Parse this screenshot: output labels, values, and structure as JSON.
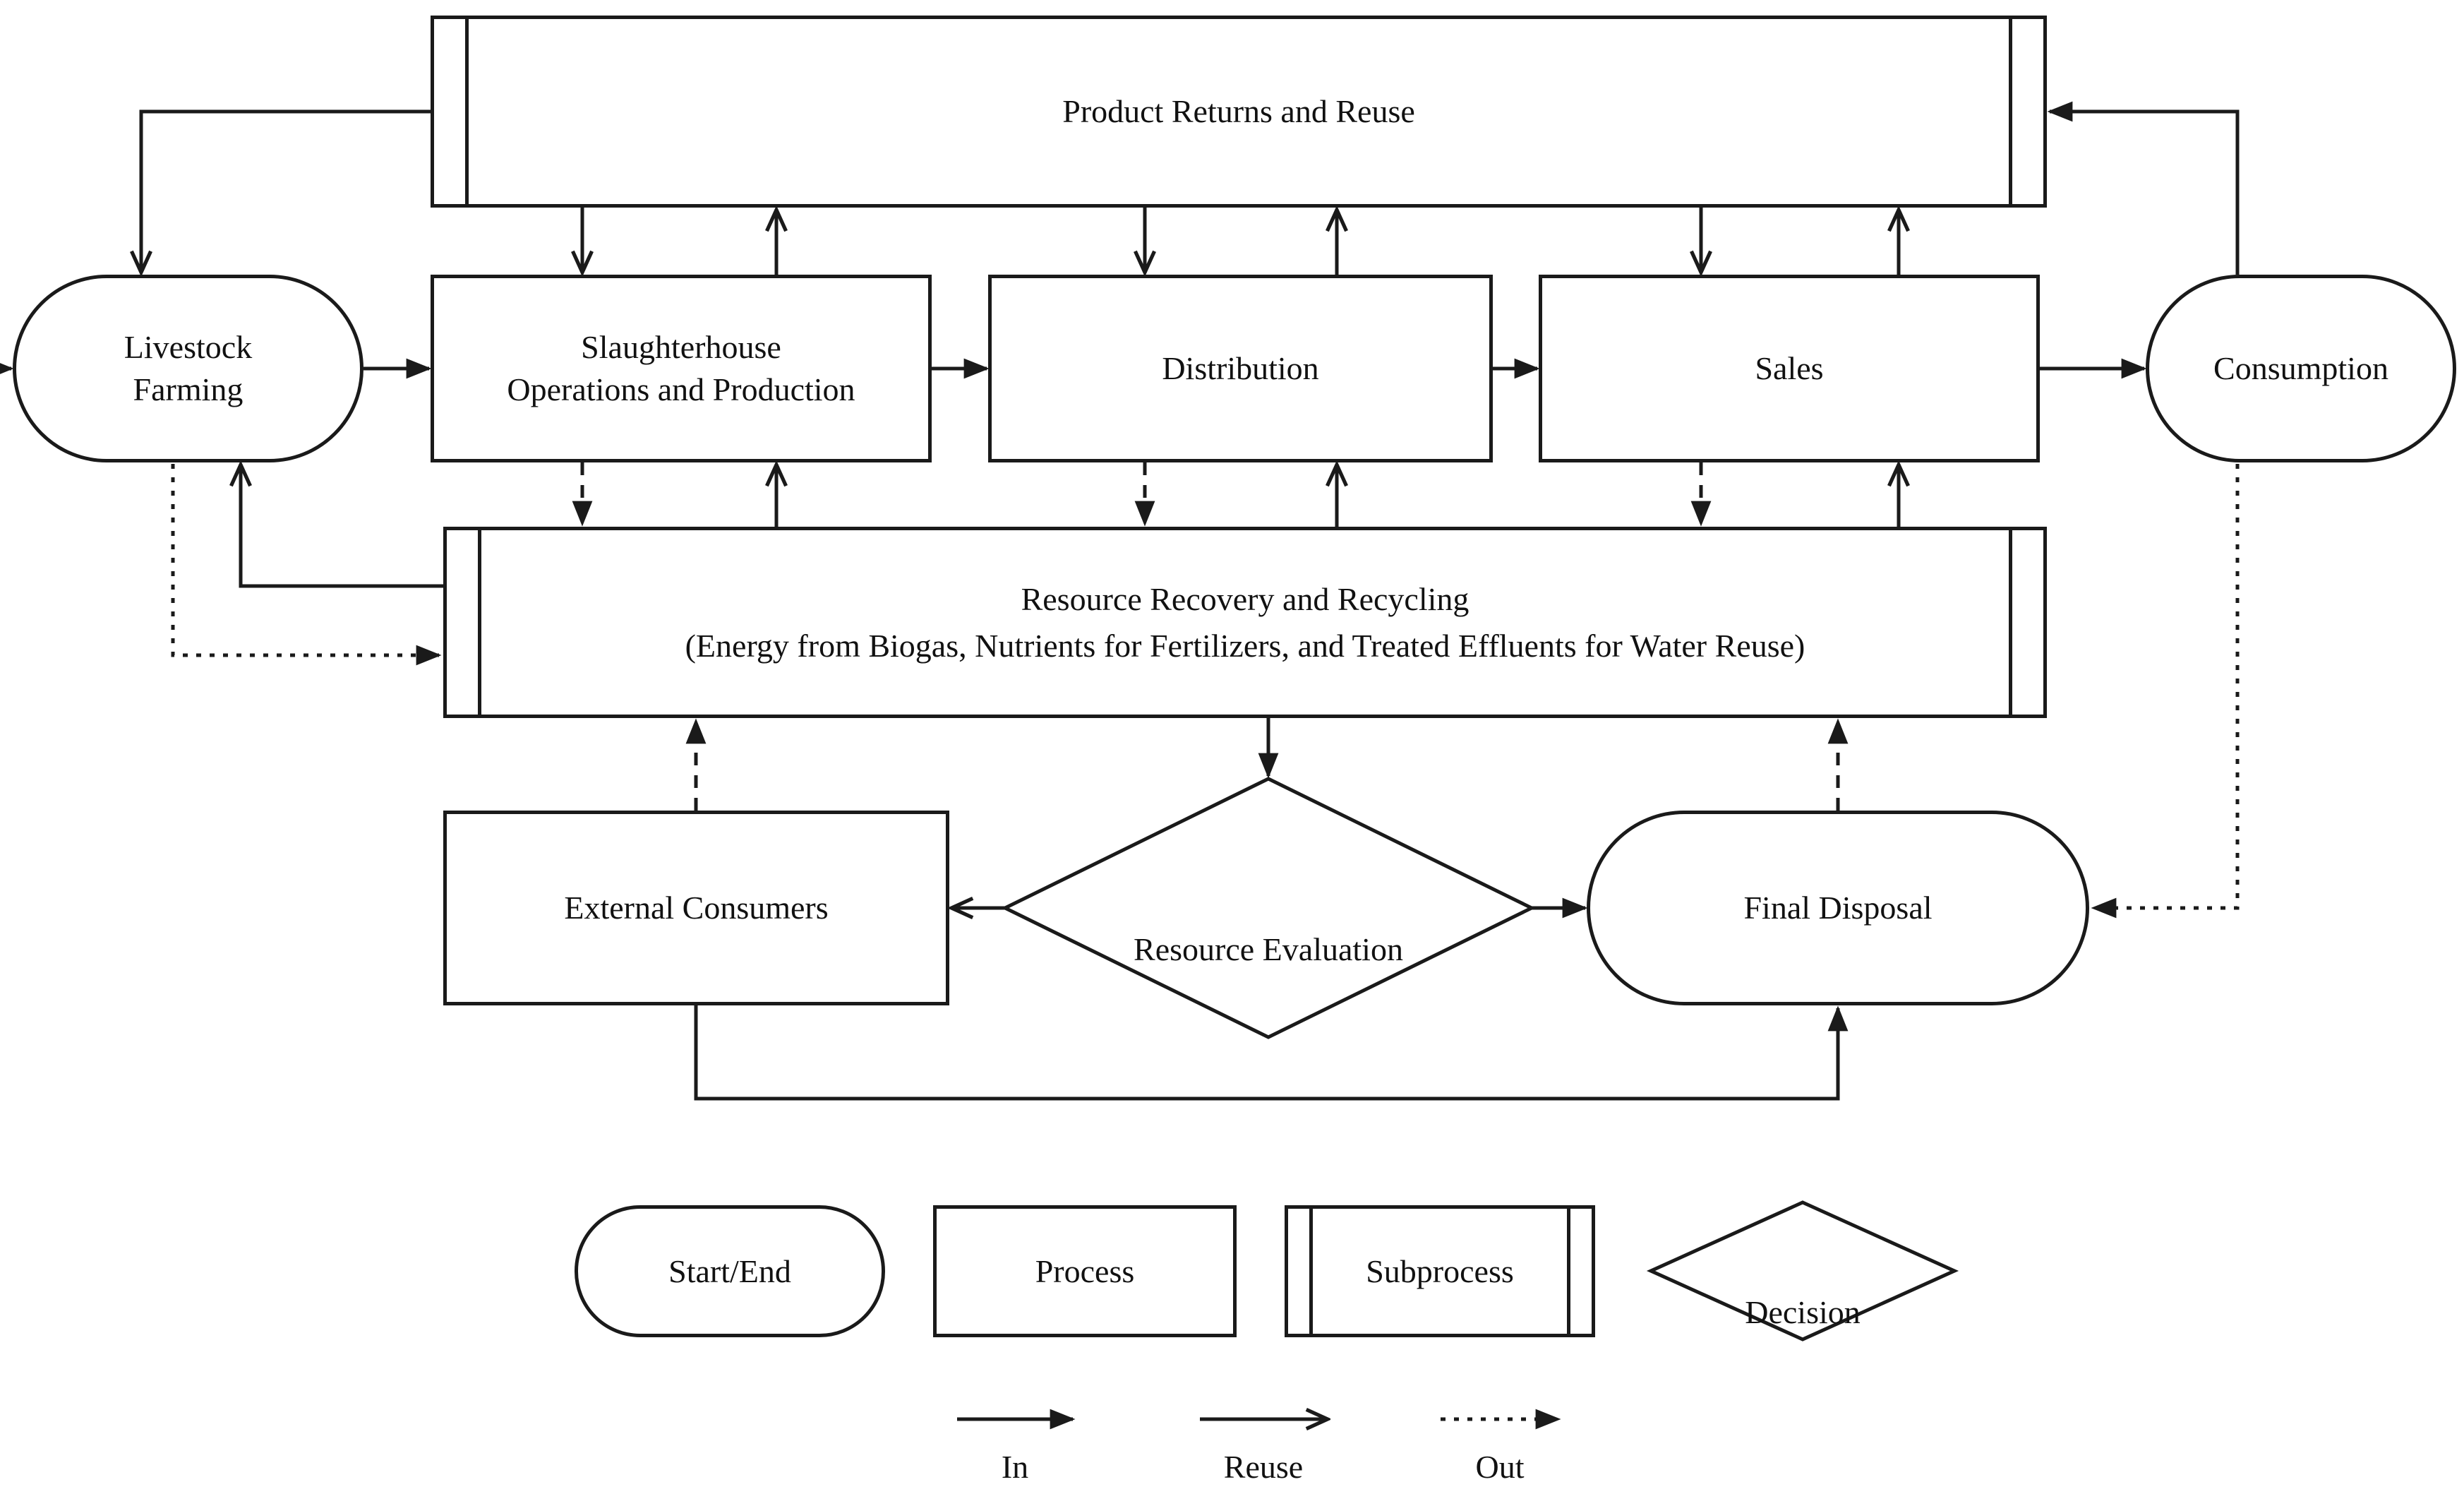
{
  "nodes": {
    "product_returns": {
      "label": "Product Returns and Reuse",
      "type": "Subprocess"
    },
    "livestock_farming": {
      "label": "Livestock\nFarming",
      "type": "Start/End"
    },
    "slaughterhouse": {
      "label": "Slaughterhouse\nOperations and Production",
      "type": "Process"
    },
    "distribution": {
      "label": "Distribution",
      "type": "Process"
    },
    "sales": {
      "label": "Sales",
      "type": "Process"
    },
    "consumption": {
      "label": "Consumption",
      "type": "Start/End"
    },
    "resource_recovery": {
      "label_line1": "Resource Recovery and Recycling",
      "label_line2": "(Energy from Biogas, Nutrients for Fertilizers, and Treated Effluents for Water Reuse)",
      "type": "Subprocess"
    },
    "external_consumers": {
      "label": "External Consumers",
      "type": "Process"
    },
    "resource_evaluation": {
      "label": "Resource Evaluation",
      "type": "Decision"
    },
    "final_disposal": {
      "label": "Final Disposal",
      "type": "Start/End"
    }
  },
  "edges": [
    {
      "from": "livestock_farming",
      "to": "slaughterhouse",
      "line": "solid",
      "head": "filled"
    },
    {
      "from": "slaughterhouse",
      "to": "distribution",
      "line": "solid",
      "head": "filled"
    },
    {
      "from": "distribution",
      "to": "sales",
      "line": "solid",
      "head": "filled"
    },
    {
      "from": "sales",
      "to": "consumption",
      "line": "solid",
      "head": "filled"
    },
    {
      "from": "consumption",
      "to": "product_returns",
      "line": "solid",
      "head": "filled"
    },
    {
      "from": "product_returns",
      "to": "livestock_farming",
      "line": "solid",
      "head": "open"
    },
    {
      "from": "product_returns",
      "to": "slaughterhouse",
      "line": "solid",
      "head": "open"
    },
    {
      "from": "slaughterhouse",
      "to": "product_returns",
      "line": "solid",
      "head": "open"
    },
    {
      "from": "product_returns",
      "to": "distribution",
      "line": "solid",
      "head": "open"
    },
    {
      "from": "distribution",
      "to": "product_returns",
      "line": "solid",
      "head": "open"
    },
    {
      "from": "product_returns",
      "to": "sales",
      "line": "solid",
      "head": "open"
    },
    {
      "from": "sales",
      "to": "product_returns",
      "line": "solid",
      "head": "open"
    },
    {
      "from": "slaughterhouse",
      "to": "resource_recovery",
      "line": "dashed",
      "head": "filled"
    },
    {
      "from": "distribution",
      "to": "resource_recovery",
      "line": "dashed",
      "head": "filled"
    },
    {
      "from": "sales",
      "to": "resource_recovery",
      "line": "dashed",
      "head": "filled"
    },
    {
      "from": "resource_recovery",
      "to": "slaughterhouse",
      "line": "solid",
      "head": "open"
    },
    {
      "from": "resource_recovery",
      "to": "distribution",
      "line": "solid",
      "head": "open"
    },
    {
      "from": "resource_recovery",
      "to": "sales",
      "line": "solid",
      "head": "open"
    },
    {
      "from": "resource_recovery",
      "to": "livestock_farming",
      "line": "solid",
      "head": "open"
    },
    {
      "from": "livestock_farming",
      "to": "resource_recovery",
      "line": "dotted",
      "head": "filled"
    },
    {
      "from": "resource_recovery",
      "to": "resource_evaluation",
      "line": "solid",
      "head": "filled"
    },
    {
      "from": "resource_evaluation",
      "to": "external_consumers",
      "line": "solid",
      "head": "open"
    },
    {
      "from": "resource_evaluation",
      "to": "final_disposal",
      "line": "solid",
      "head": "filled"
    },
    {
      "from": "external_consumers",
      "to": "resource_recovery",
      "line": "dashed",
      "head": "filled"
    },
    {
      "from": "final_disposal",
      "to": "resource_recovery",
      "line": "dashed",
      "head": "filled"
    },
    {
      "from": "external_consumers",
      "to": "final_disposal",
      "line": "solid",
      "head": "filled"
    },
    {
      "from": "consumption",
      "to": "final_disposal",
      "line": "dotted",
      "head": "filled"
    }
  ],
  "legend": {
    "shapes": [
      {
        "label": "Start/End"
      },
      {
        "label": "Process"
      },
      {
        "label": "Subprocess"
      },
      {
        "label": "Decision"
      }
    ],
    "arrows": [
      {
        "label": "In",
        "line": "solid",
        "head": "filled"
      },
      {
        "label": "Reuse",
        "line": "solid",
        "head": "open"
      },
      {
        "label": "Out",
        "line": "dotted",
        "head": "filled"
      }
    ]
  },
  "colors": {
    "line": "#1a1a1a",
    "background": "#ffffff"
  }
}
